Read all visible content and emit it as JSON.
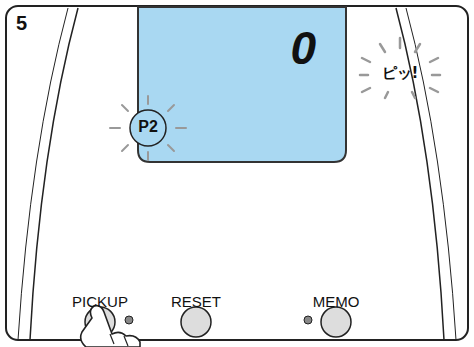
{
  "diagram": {
    "nodes": [
      {
        "text": [
          "0"
        ]
      },
      {
        "text": [
          "P2"
        ],
        "in": 0
      },
      {
        "text": [
          "PICKUP"
        ]
      },
      {
        "text": [
          "RESET"
        ]
      },
      {
        "text": [
          "MEMO"
        ]
      }
    ],
    "labels": [
      "5",
      "ピッ!"
    ]
  }
}
